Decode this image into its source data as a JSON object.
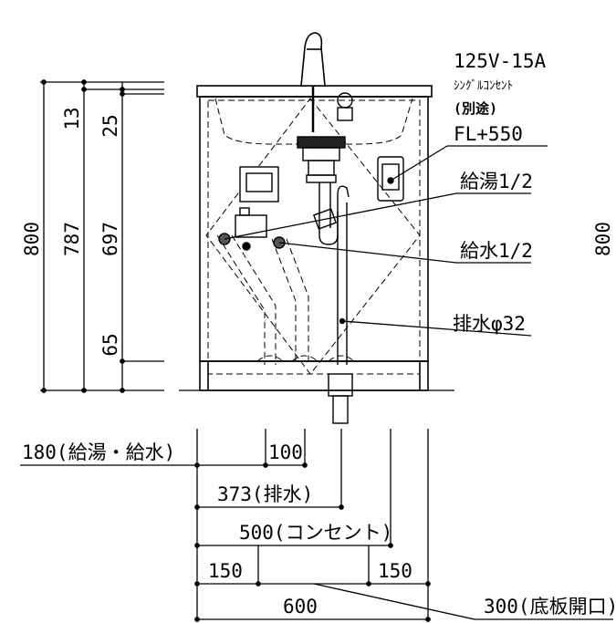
{
  "vertical_dims": {
    "overall": "800",
    "body": "787",
    "top_strip": "13",
    "counter": "25",
    "cabinet": "697",
    "plinth": "65",
    "right_edge": "800"
  },
  "labels": {
    "outlet_rating": "125V-15A",
    "outlet_type": "ｼﾝｸﾞﾙｺﾝｾﾝﾄ",
    "outlet_note": "(別途)",
    "outlet_height": "FL+550",
    "hot_water": "給湯1/2",
    "cold_water": "給水1/2",
    "drain": "排水φ32"
  },
  "horizontal_dims": {
    "supply_offset": "180(給湯・給水)",
    "supply_pitch": "100",
    "drain_offset": "373(排水)",
    "outlet_offset": "500(コンセント)",
    "left_margin": "150",
    "right_margin": "150",
    "width": "600",
    "floor_opening": "300(底板開口)"
  }
}
